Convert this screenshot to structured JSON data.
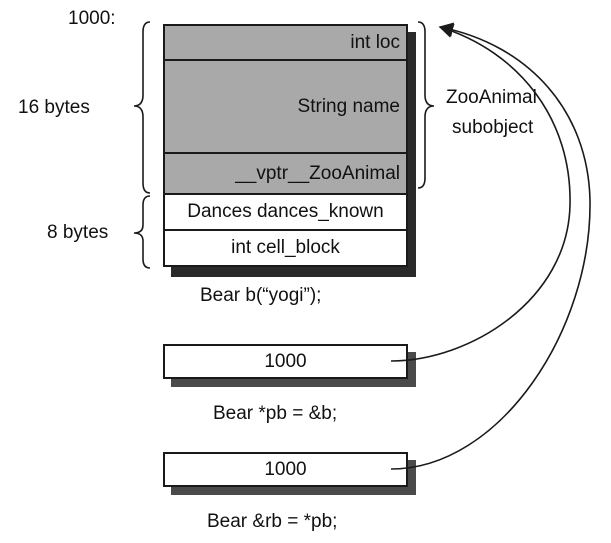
{
  "address_label": "1000:",
  "size_labels": {
    "base": "16 bytes",
    "derived": "8 bytes"
  },
  "object_fields": [
    {
      "label": "int loc",
      "shade": "gray"
    },
    {
      "label": "String name",
      "shade": "gray"
    },
    {
      "label": "__vptr__ZooAnimal",
      "shade": "gray"
    },
    {
      "label": "Dances dances_known",
      "shade": "white"
    },
    {
      "label": "int cell_block",
      "shade": "white"
    }
  ],
  "subobject_label": {
    "line1": "ZooAnimal",
    "line2": "subobject"
  },
  "object_caption": "Bear b(“yogi”);",
  "pointers": [
    {
      "value": "1000",
      "caption": "Bear *pb = &b;"
    },
    {
      "value": "1000",
      "caption": "Bear &rb = *pb;"
    }
  ],
  "colors": {
    "base_fill": "#a9a9a9",
    "derived_fill": "#ffffff",
    "shadow": "#2a2a2a",
    "line": "#1a1a1a"
  }
}
